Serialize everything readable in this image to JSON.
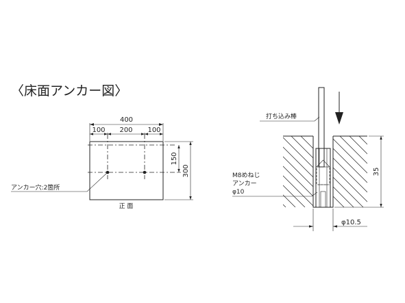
{
  "title": "〈床面アンカー図〉",
  "front_view": {
    "dims": {
      "overall_width": "400",
      "left": "100",
      "middle": "200",
      "right": "100",
      "height_right_upper": "150",
      "height_total": "300"
    },
    "anchor_hole_label": "アンカー穴:2箇所",
    "view_label": "正 面"
  },
  "section_view": {
    "rod_label": "打ち込み棒",
    "anchor_label_line1": "M8めねじ",
    "anchor_label_line2": "アンカー",
    "anchor_label_line3": "φ10",
    "depth": "35",
    "hole_diameter": "φ10.5"
  }
}
